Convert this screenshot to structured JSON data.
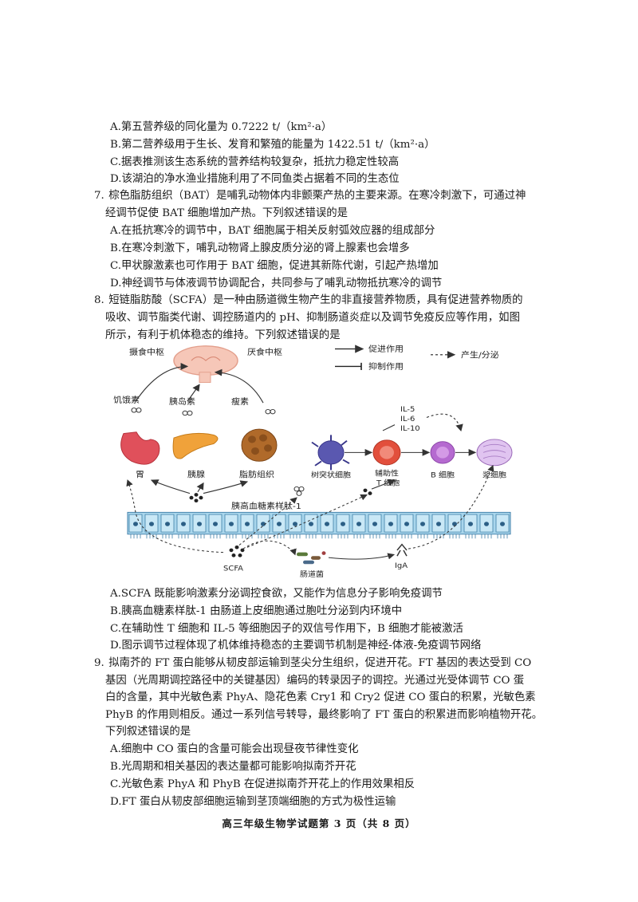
{
  "q6_options": [
    "A.第五营养级的同化量为 0.7222 t/（km²·a）",
    "B.第二营养级用于生长、发育和繁殖的能量为 1422.51 t/（km²·a）",
    "C.据表推测该生态系统的营养结构较复杂，抵抗力稳定性较高",
    "D.该湖泊的净水渔业措施利用了不同鱼类占据着不同的生态位"
  ],
  "q7": {
    "number": "7.",
    "stem": [
      "棕色脂肪组织（BAT）是哺乳动物体内非颤栗产热的主要来源。在寒冷刺激下，可通过神",
      "经调节促使 BAT 细胞增加产热。下列叙述错误的是"
    ],
    "options": [
      "A.在抵抗寒冷的调节中，BAT 细胞属于相关反射弧效应器的组成部分",
      "B.在寒冷刺激下，哺乳动物肾上腺皮质分泌的肾上腺素也会增多",
      "C.甲状腺激素也可作用于 BAT 细胞，促进其新陈代谢，引起产热增加",
      "D.神经调节与体液调节协调配合，共同参与了哺乳动物抵抗寒冷的调节"
    ]
  },
  "q8": {
    "number": "8.",
    "stem": [
      "短链脂肪酸（SCFA）是一种由肠道微生物产生的非直接营养物质，具有促进营养物质的",
      "吸收、调节脂类代谢、调控肠道内的 pH、抑制肠道炎症以及调节免疫反应等作用，如图",
      "所示，有利于机体稳态的维持。下列叙述错误的是"
    ],
    "options": [
      "A.SCFA 既能影响激素分泌调控食欲，又能作为信息分子影响免疫调节",
      "B.胰高血糖素样肽-1 由肠道上皮细胞通过胞吐分泌到内环境中",
      "C.在辅助性 T 细胞和 IL-5 等细胞因子的双信号作用下，B 细胞才能被激活",
      "D.图示调节过程体现了机体维持稳态的主要调节机制是神经-体液-免疫调节网络"
    ]
  },
  "diagram": {
    "feeding_center": "摄食中枢",
    "satiety_center": "厌食中枢",
    "legend_promote": "促进作用",
    "legend_inhibit": "抑制作用",
    "legend_produce": "产生/分泌",
    "ghrelin": "饥饿素",
    "insulin": "胰岛素",
    "leptin": "瘦素",
    "stomach": "胃",
    "pancreas": "胰腺",
    "adipose": "脂肪组织",
    "il5": "IL-5",
    "il6": "IL-6",
    "il10": "IL-10",
    "dendritic": "树突状细胞",
    "helper_t_1": "辅助性",
    "helper_t_2": "T 细胞",
    "b_cell": "B 细胞",
    "plasma_cell": "浆细胞",
    "glp1": "胰高血糖素样肽-1",
    "scfa": "SCFA",
    "gut_bacteria": "肠道菌",
    "iga": "IgA"
  },
  "q9": {
    "number": "9.",
    "stem": [
      "拟南芥的 FT 蛋白能够从韧皮部运输到茎尖分生组织，促进开花。FT 基因的表达受到 CO",
      "基因（光周期调控路径中的关键基因）编码的转录因子的调控。光通过光受体调节 CO 蛋",
      "白的含量，其中光敏色素 PhyA、隐花色素 Cry1 和 Cry2 促进 CO 蛋白的积累，光敏色素",
      "PhyB 的作用则相反。通过一系列信号转导，最终影响了 FT 蛋白的积累进而影响植物开花。",
      "下列叙述错误的是"
    ],
    "options": [
      "A.细胞中 CO 蛋白的含量可能会出现昼夜节律性变化",
      "B.光周期和相关基因的表达量都可能影响拟南芥开花",
      "C.光敏色素 PhyA 和 PhyB 在促进拟南芥开花上的作用效果相反",
      "D.FT 蛋白从韧皮部细胞运输到茎顶端细胞的方式为极性运输"
    ]
  },
  "footer": "高三年级生物学试题第 3 页（共 8 页）"
}
